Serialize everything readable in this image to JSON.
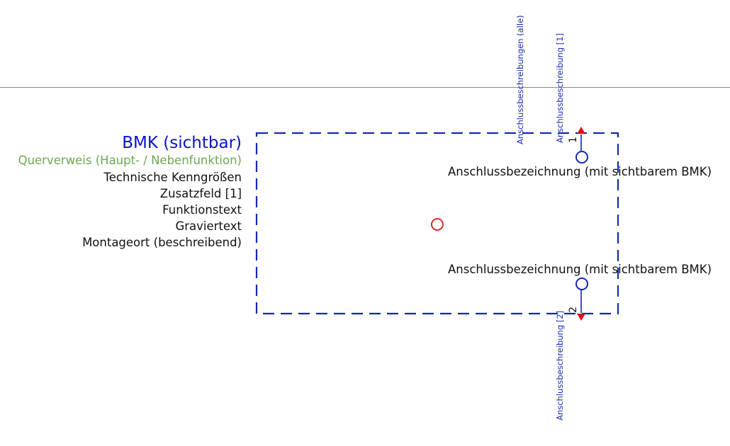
{
  "labels": {
    "bmk": "BMK (sichtbar)",
    "cross_reference": "Querverweis (Haupt- / Nebenfunktion)",
    "technical_params": "Technische Kenngrößen",
    "supplementary_field": "Zusatzfeld [1]",
    "function_text": "Funktionstext",
    "engraving_text": "Graviertext",
    "mounting_location": "Montageort (beschreibend)"
  },
  "connections": {
    "all_descriptions": "Anschlussbeschreibungen (alle)",
    "top": {
      "description": "Anschlussbeschreibung [1]",
      "number": "1",
      "designation": "Anschlussbezeichnung (mit sichtbarem BMK)"
    },
    "bottom": {
      "description": "Anschlussbeschreibung [2]",
      "number": "2",
      "designation": "Anschlussbezeichnung (mit sichtbarem BMK)"
    }
  },
  "colors": {
    "frame": "#1428b4",
    "bmk": "#0a14c8",
    "cross_reference": "#6aa84f",
    "arrow": "#e01010",
    "origin_marker": "#d81818",
    "connection_point": "#1428b4",
    "separator": "#8a8a8a"
  }
}
